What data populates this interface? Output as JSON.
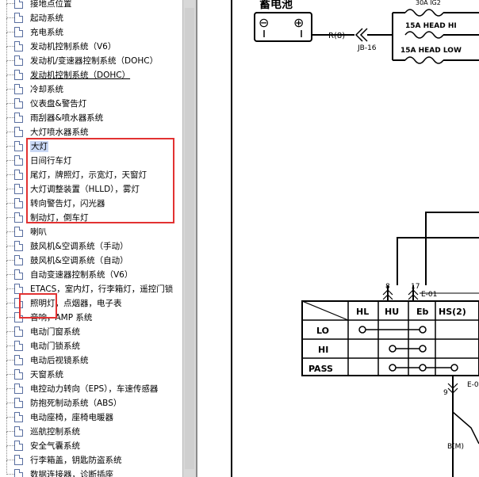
{
  "tree": {
    "items": [
      {
        "label": "接地点位置"
      },
      {
        "label": "起动系统"
      },
      {
        "label": "充电系统"
      },
      {
        "label": "发动机控制系统（V6）"
      },
      {
        "label": "发动机/变速器控制系统（DOHC）"
      },
      {
        "label": "发动机控制系统（DOHC）"
      },
      {
        "label": "冷却系统"
      },
      {
        "label": "仪表盘&警告灯"
      },
      {
        "label": "雨刮器&喷水器系统"
      },
      {
        "label": "大灯喷水器系统"
      },
      {
        "label": "大灯"
      },
      {
        "label": "日间行车灯"
      },
      {
        "label": "尾灯，牌照灯，示宽灯，天窗灯"
      },
      {
        "label": "大灯调整装置（HLLD），雾灯"
      },
      {
        "label": "转向警告灯，闪光器"
      },
      {
        "label": "制动灯，倒车灯"
      },
      {
        "label": "喇叭"
      },
      {
        "label": "鼓风机&空调系统（手动）"
      },
      {
        "label": "鼓风机&空调系统（自动）"
      },
      {
        "label": "自动变速器控制系统（V6）"
      },
      {
        "label": "ETACS，室内灯，行李箱灯，遥控门锁"
      },
      {
        "label": "照明灯，点烟器，电子表"
      },
      {
        "label": "音响，AMP 系统"
      },
      {
        "label": "电动门窗系统"
      },
      {
        "label": "电动门锁系统"
      },
      {
        "label": "电动后视镜系统"
      },
      {
        "label": "天窗系统"
      },
      {
        "label": "电控动力转向（EPS），车速传感器"
      },
      {
        "label": "防抱死制动系统（ABS）"
      },
      {
        "label": "电动座椅，座椅电暖器"
      },
      {
        "label": "巡航控制系统"
      },
      {
        "label": "安全气囊系统"
      },
      {
        "label": "行李箱盖，钥匙防盗系统"
      },
      {
        "label": "数据连接器，诊断插座"
      }
    ]
  },
  "diagram": {
    "battery_label": "蓄电池",
    "plus": "⊕",
    "minus": "⊖",
    "wire_r": "R(8)",
    "connector_jb": "JB-16",
    "fuse_top": "30A IG2",
    "fuse_hi": "15A HEAD HI",
    "fuse_low": "15A HEAD LOW",
    "pin8": "8",
    "pin17": "17",
    "conn_e01": "E-01",
    "pin9": "9",
    "conn_e0": "E-0",
    "wire_bm": "B(M)",
    "table": {
      "headers": [
        "HL",
        "HU",
        "Eb",
        "HS(2)"
      ],
      "rows": [
        "LO",
        "HI",
        "PASS"
      ]
    }
  }
}
